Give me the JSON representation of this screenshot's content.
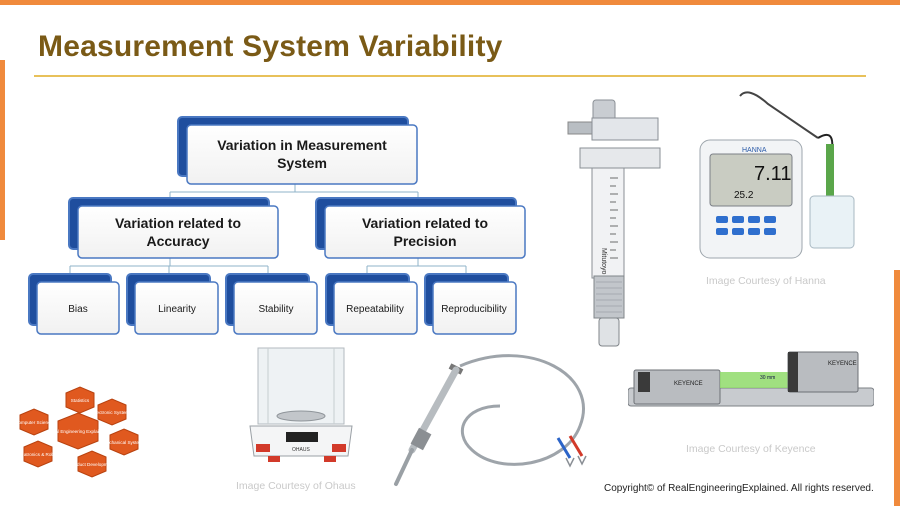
{
  "title": "Measurement System Variability",
  "diagram": {
    "root": [
      "Variation in Measurement",
      "System"
    ],
    "accuracy": [
      "Variation related to",
      "Accuracy"
    ],
    "precision": [
      "Variation related to",
      "Precision"
    ],
    "leaves": [
      "Bias",
      "Linearity",
      "Stability",
      "Repeatability",
      "Reproducibility"
    ]
  },
  "captions": {
    "hanna": "Image Courtesy of Hanna",
    "keyence": "Image Courtesy of Keyence",
    "ohaus": "Image Courtesy of Ohaus"
  },
  "photo_labels": {
    "meter_reading": "7.11",
    "meter_sub": "25.2",
    "meter_brand": "HANNA",
    "rail_brand_left": "KEYENCE",
    "rail_brand_right": "KEYENCE",
    "rail_distance": "30 mm",
    "micrometer_brand": "Mitutoyo",
    "scale_brand": "OHAUS"
  },
  "logo_hexagons": [
    "Statistics",
    "Computer Science",
    "Electronic Systems",
    "Real Engineering Explained",
    "Mechanical Systems",
    "Mechatronics & Robotics",
    "Product Development"
  ],
  "copyright": "Copyright© of RealEngineeringExplained. All rights reserved.",
  "colors": {
    "accent": "#f08a3c",
    "title": "#7a5a16",
    "rule": "#e8c15a",
    "node_border": "#4a78c2",
    "node_fill": "#1f4e9e",
    "hex": "#e0591f"
  }
}
